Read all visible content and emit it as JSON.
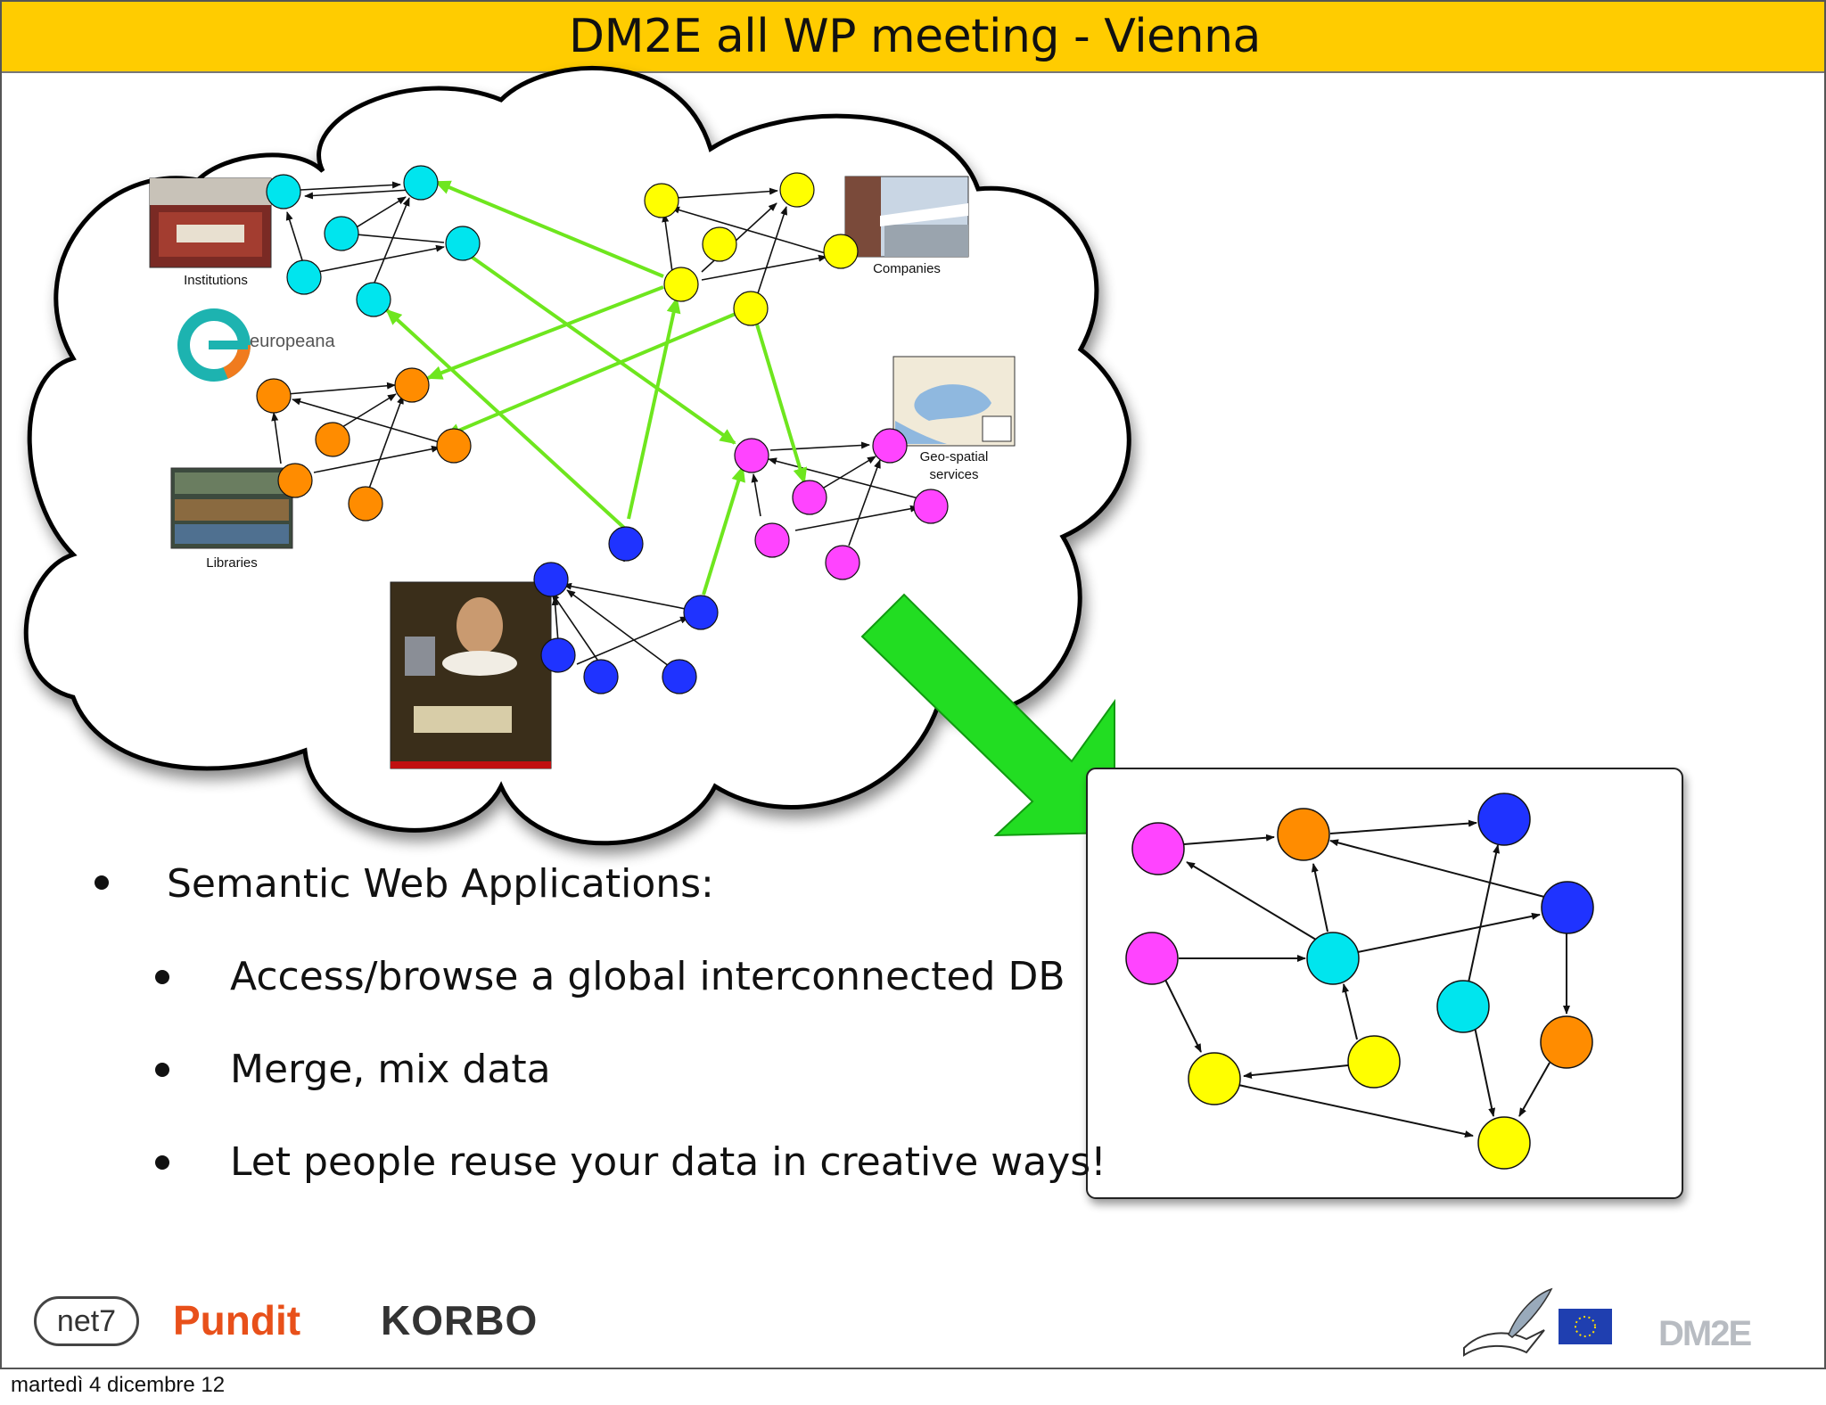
{
  "slide": {
    "title": "DM2E all WP meeting - Vienna",
    "footer_date": "martedì 4 dicembre 12"
  },
  "bullets": {
    "main": "Semantic Web Applications:",
    "sub": [
      "Access/browse a global interconnected DB",
      "Merge, mix data",
      "Let people reuse your data in creative ways!"
    ]
  },
  "cloud_labels": {
    "institutions": "Institutions",
    "companies": "Companies",
    "libraries": "Libraries",
    "geo_line1": "Geo-spatial",
    "geo_line2": "services",
    "europeana": "europeana"
  },
  "logos": {
    "net7": "net7",
    "pundit": "Pundit",
    "korbo": "KORBO",
    "dm2e": "DM2E"
  },
  "colors": {
    "title_bar": "#ffcc00",
    "cyan": "#00e5ee",
    "yellow": "#ffff00",
    "orange": "#ff8c00",
    "magenta": "#ff44ff",
    "blue": "#1f33ff",
    "green_link": "#6ee61e",
    "big_arrow": "#22dd22"
  }
}
